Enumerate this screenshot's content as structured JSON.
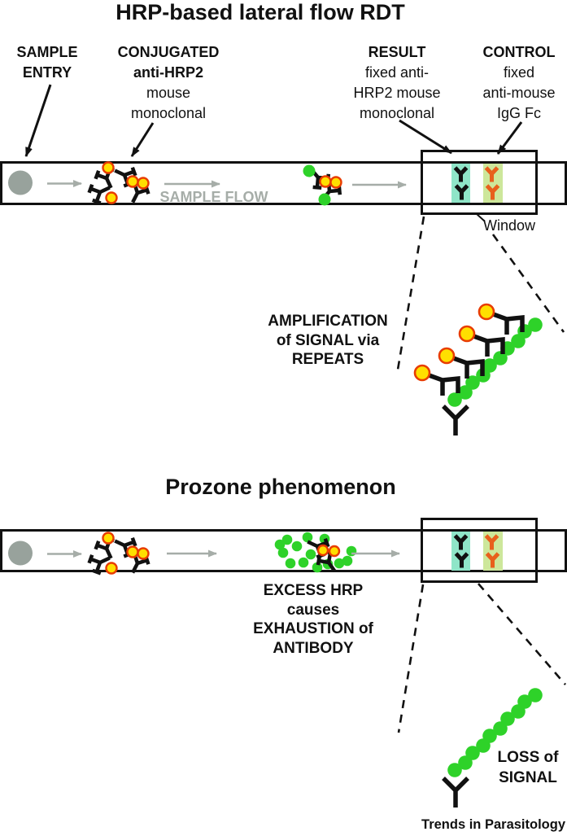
{
  "colors": {
    "antibody_black": "#111111",
    "hrp_enzyme_yellow": "#ffdf00",
    "hrp_ring_orange": "#e83c00",
    "hrp2_antigen_green": "#2ed229",
    "result_band_teal": "#8fe5c8",
    "control_band_green": "#cde79b",
    "control_antibody_orange": "#e8601c",
    "flow_gray": "#a6ada8",
    "sample_pad_gray": "#98a29c"
  },
  "figure1": {
    "title": "HRP-based lateral flow RDT",
    "sample_entry": [
      "SAMPLE",
      "ENTRY"
    ],
    "conjugated": [
      "CONJUGATED",
      "anti-HRP2",
      "mouse",
      "monoclonal"
    ],
    "result": [
      "RESULT",
      "fixed anti-",
      "HRP2 mouse",
      "monoclonal"
    ],
    "control": [
      "CONTROL",
      "fixed",
      "anti-mouse",
      "IgG Fc"
    ],
    "sample_flow": "SAMPLE FLOW",
    "window_label": "Window",
    "amplification": [
      "AMPLIFICATION",
      "of SIGNAL via",
      "REPEATS"
    ]
  },
  "figure2": {
    "title": "Prozone phenomenon",
    "excess": [
      "EXCESS HRP",
      "causes",
      "EXHAUSTION of",
      "ANTIBODY"
    ],
    "loss": [
      "LOSS of",
      "SIGNAL"
    ]
  },
  "footer": "Trends in Parasitology"
}
